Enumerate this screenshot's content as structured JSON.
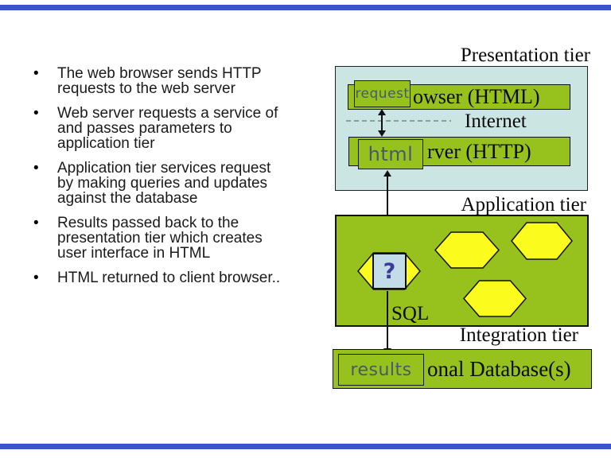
{
  "colors": {
    "green": "#97C21E",
    "panel": "#CBE5E3",
    "square": "#C3DDE8",
    "yellow": "#FBFB1E",
    "slate": "#475A6C",
    "qblue": "#3B3B9E",
    "barblue": "#3955CB"
  },
  "bullets": [
    {
      "lines": [
        "The web browser sends HTTP",
        "requests to the web server"
      ]
    },
    {
      "lines": [
        "Web server requests a service of",
        "and passes parameters to",
        "application tier"
      ]
    },
    {
      "lines": [
        "Application tier services request",
        "by making queries and updates",
        "against the database"
      ]
    },
    {
      "lines": [
        "Results passed back to the",
        "presentation tier which creates",
        "user interface in HTML"
      ]
    },
    {
      "lines": [
        "HTML returned to client browser.."
      ]
    }
  ],
  "diagram": {
    "presentation_tier_label": "Presentation tier",
    "browser_bar_text": "owser (HTML)",
    "request_label": "request",
    "internet_label": "Internet",
    "server_bar_text": "rver (HTTP)",
    "html_label": "html",
    "application_tier_label": "Application tier",
    "question_mark": "?",
    "sql_label": "SQL",
    "integration_tier_label": "Integration tier",
    "database_bar_text": "onal Database(s)",
    "results_label": "results"
  }
}
